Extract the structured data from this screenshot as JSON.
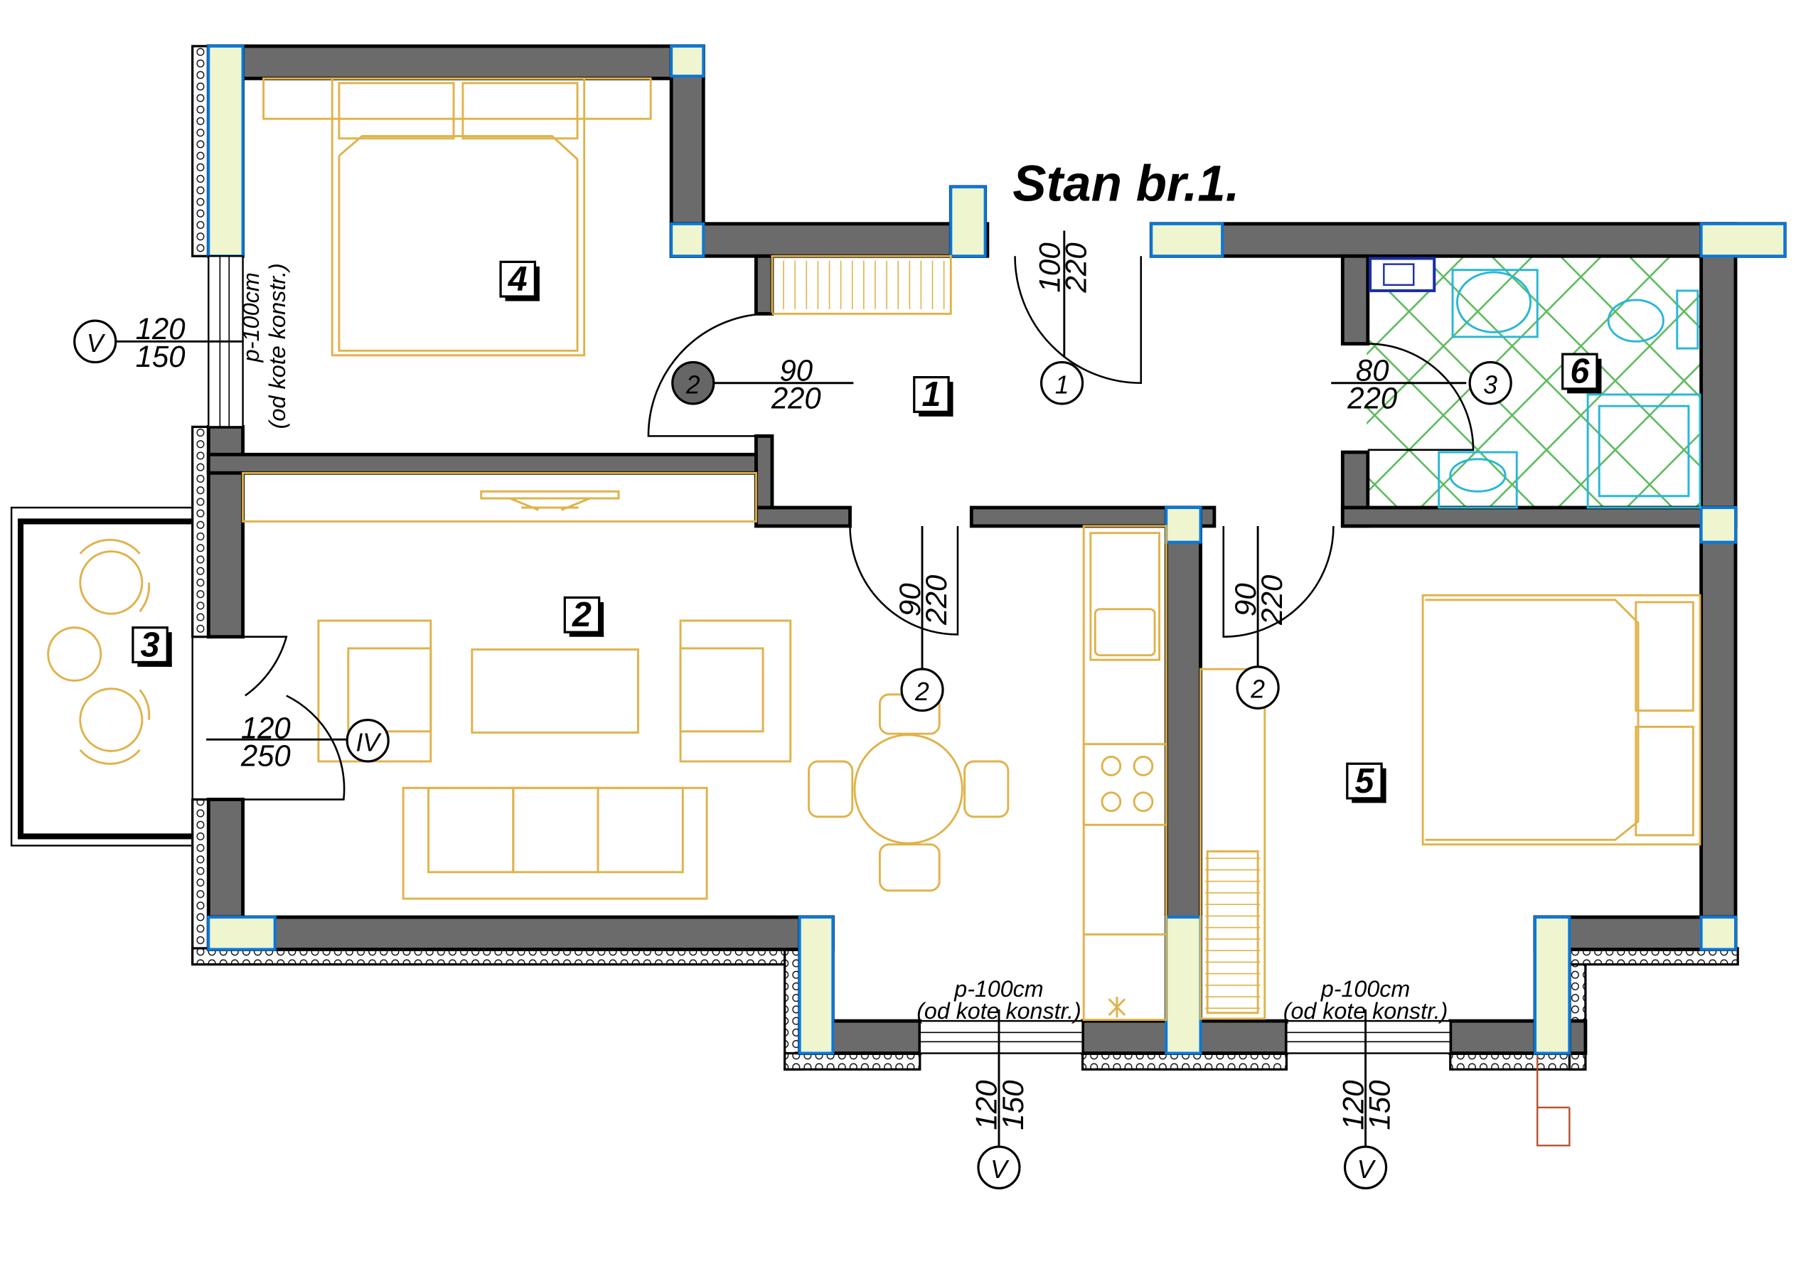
{
  "title": "Stan br.1.",
  "rooms": [
    "1",
    "2",
    "3",
    "4",
    "5",
    "6"
  ],
  "doors": [
    {
      "mark": "1",
      "w": "100",
      "h": "220"
    },
    {
      "mark": "2",
      "w": "90",
      "h": "220"
    },
    {
      "mark": "3",
      "w": "80",
      "h": "220"
    },
    {
      "mark": "2",
      "w": "90",
      "h": "220"
    },
    {
      "mark": "2",
      "w": "90",
      "h": "220"
    },
    {
      "mark": "IV",
      "w": "120",
      "h": "250"
    }
  ],
  "windows": [
    {
      "mark": "V",
      "w": "120",
      "h": "150",
      "note1": "p-100cm",
      "note2": "(od kote konstr.)"
    },
    {
      "mark": "V",
      "w": "120",
      "h": "150",
      "note1": "p-100cm",
      "note2": "(od kote konstr.)"
    },
    {
      "mark": "V",
      "w": "120",
      "h": "150",
      "note1": "p-100cm",
      "note2": "(od kote konstr.)"
    }
  ],
  "colors": {
    "wall": "#6b6b6b",
    "insulation": "#eef5cf",
    "furniture": "#e0b24a",
    "sanitary": "#27b7d8",
    "tiles": "#5dbb5d",
    "window_edge": "#0a78d8"
  }
}
